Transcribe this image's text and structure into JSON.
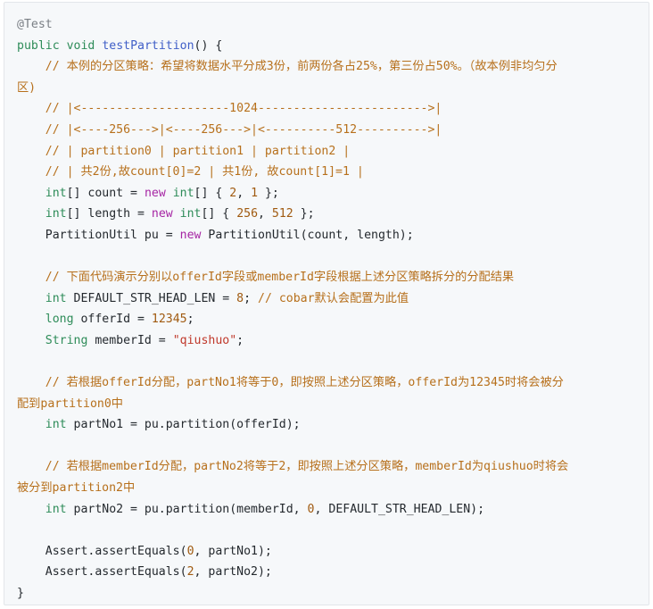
{
  "code": {
    "annotation": "@Test",
    "method_sig": {
      "kw_public": "public",
      "kw_void": "void",
      "name": "testPartition",
      "rest": "() {"
    },
    "comment_strategy_1": "    // 本例的分区策略：希望将数据水平分成3份，前两份各占25%，第三份占50%。（故本例非均匀分",
    "comment_strategy_2": "区)",
    "diagram_1": "    // |<---------------------1024------------------------>|",
    "diagram_2": "    // |<----256--->|<----256--->|<----------512---------->|",
    "diagram_3": "    // | partition0 | partition1 | partition2 |",
    "diagram_4": "    // | 共2份,故count[0]=2 | 共1份, 故count[1]=1 |",
    "count_line": {
      "indent": "    ",
      "type": "int",
      "mid": "[] count = ",
      "kw_new": "new",
      "sp": " ",
      "type2": "int",
      "open": "[] { ",
      "n1": "2",
      "comma": ", ",
      "n2": "1",
      "close": " };"
    },
    "length_line": {
      "indent": "    ",
      "type": "int",
      "mid": "[] length = ",
      "kw_new": "new",
      "sp": " ",
      "type2": "int",
      "open": "[] { ",
      "n1": "256",
      "comma": ", ",
      "n2": "512",
      "close": " };"
    },
    "pu_line": {
      "pre": "    PartitionUtil pu = ",
      "kw_new": "new",
      "post": " PartitionUtil(count, length);"
    },
    "comment_demo": "    // 下面代码演示分别以offerId字段或memberId字段根据上述分区策略拆分的分配结果",
    "head_len_line": {
      "indent": "    ",
      "type": "int",
      "mid": " DEFAULT_STR_HEAD_LEN = ",
      "num": "8",
      "semi": "; ",
      "comment": "// cobar默认会配置为此值"
    },
    "offer_line": {
      "indent": "    ",
      "type": "long",
      "mid": " offerId = ",
      "num": "12345",
      "semi": ";"
    },
    "member_line": {
      "indent": "    ",
      "type": "String",
      "mid": " memberId = ",
      "str": "\"qiushuo\"",
      "semi": ";"
    },
    "comment_offer_1": "    // 若根据offerId分配，partNo1将等于0，即按照上述分区策略，offerId为12345时将会被分",
    "comment_offer_2": "配到partition0中",
    "part1_line": {
      "indent": "    ",
      "type": "int",
      "rest": " partNo1 = pu.partition(offerId);"
    },
    "comment_member_1": "    // 若根据memberId分配，partNo2将等于2，即按照上述分区策略，memberId为qiushuo时将会",
    "comment_member_2": "被分到partition2中",
    "part2_line": {
      "indent": "    ",
      "type": "int",
      "mid": " partNo2 = pu.partition(memberId, ",
      "num": "0",
      "rest": ", DEFAULT_STR_HEAD_LEN);"
    },
    "assert1": {
      "pre": "    Assert.assertEquals(",
      "num": "0",
      "post": ", partNo1);"
    },
    "assert2": {
      "pre": "    Assert.assertEquals(",
      "num": "2",
      "post": ", partNo2);"
    },
    "closing": "}"
  },
  "colors": {
    "background": "#f6f8fa",
    "comment": "#b7701c",
    "keyword": "#a626a4",
    "type": "#2e8c59",
    "function": "#3f5ec7",
    "number": "#a05a10",
    "string": "#c0392b"
  }
}
